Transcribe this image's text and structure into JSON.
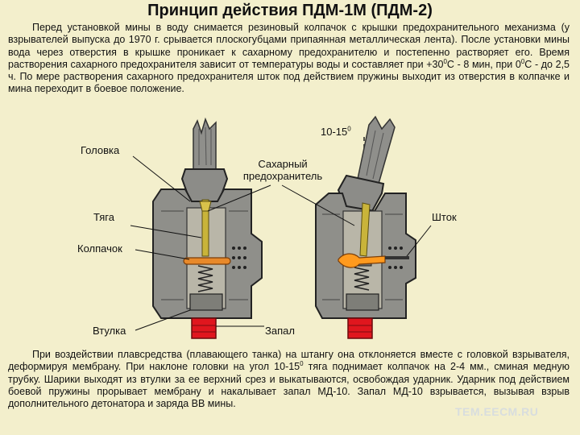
{
  "title": "Принцип действия ПДМ-1М (ПДМ-2)",
  "intro": {
    "p1": "Перед установкой мины в воду снимается резиновый колпачок с крышки предохранительного механизма (у взрывателей выпуска до 1970 г. срывается плоскогубцами припаянная металлическая лента). После установки мины вода через отверстия в крышке проникает к сахарному предохранителю и постепенно растворяет его. Время растворения сахарного предохранителя зависит от температуры воды и составляет при +30",
    "sup1": "0",
    "p2": "С - 8 мин, при 0",
    "sup2": "0",
    "p3": "С - до 2,5 ч. По мере растворения сахарного предохранителя шток под действием пружины выходит из отверстия в колпачке и мина переходит в боевое положение."
  },
  "labels": {
    "angle_text": "10-15",
    "angle_sup": "0",
    "golovka": "Головка",
    "sugar": "Сахарный предохранитель",
    "tyaga": "Тяга",
    "shtok": "Шток",
    "kolpachok": "Колпачок",
    "vtulka": "Втулка",
    "zapal": "Запал"
  },
  "outro": {
    "p1": "При воздействии плавсредства (плавающего танка) на штангу она отклоняется вместе с головкой взрывателя, деформируя мембрану. При наклоне головки на угол 10-15",
    "sup": "0",
    "p2": " тяга поднимает колпачок на 2-4 мм., сминая медную трубку. Шарики выходят из втулки за ее верхний срез и выкатываются, освобождая ударник. Ударник под действием боевой пружины прорывает мембрану и накалывает запал МД-10. Запал МД-10 взрывается, вызывая взрыв дополнительного детонатора и заряда ВВ мины."
  },
  "watermark": "ТЕМ.ЕЕСМ.RU",
  "colors": {
    "background": "#f3efcc",
    "body": "#8a8a84",
    "body_dark": "#5a5a56",
    "rod": "#c9b43a",
    "zapal": "#e0161e",
    "sugar": "#e8892a",
    "sugar_tail": "#ff9a1e"
  }
}
